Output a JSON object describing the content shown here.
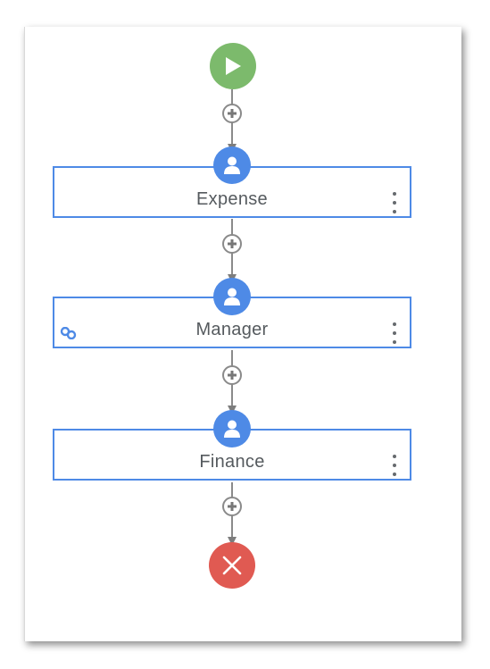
{
  "workflow": {
    "start": {
      "icon": "play-icon",
      "color": "#7cba6c"
    },
    "steps": [
      {
        "label": "Expense",
        "icon": "user-icon",
        "has_link": false
      },
      {
        "label": "Manager",
        "icon": "user-icon",
        "has_link": true
      },
      {
        "label": "Finance",
        "icon": "user-icon",
        "has_link": false
      }
    ],
    "end": {
      "icon": "close-icon",
      "color": "#e05a52"
    }
  },
  "colors": {
    "step_border": "#4e8ae6",
    "connector": "#8a8a8a",
    "label_text": "#555a5e"
  }
}
